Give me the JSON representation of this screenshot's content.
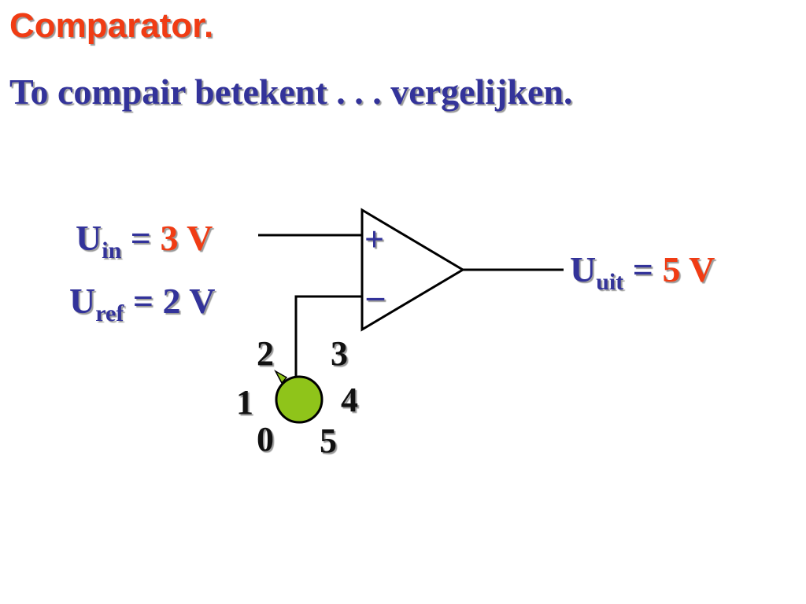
{
  "slide": {
    "title": "Comparator.",
    "subtitle": "To compair betekent . . .  vergelijken."
  },
  "labels": {
    "uin": {
      "symbol": "U",
      "subscript": "in",
      "equals": " = ",
      "value": "3 V"
    },
    "uref": {
      "symbol": "U",
      "subscript": "ref",
      "equals": " = ",
      "value": "2 V"
    },
    "uuit": {
      "symbol": "U",
      "subscript": "uit",
      "equals": " = ",
      "value": "5 V"
    }
  },
  "opamp": {
    "plus_sign": "+",
    "minus_sign": "–"
  },
  "dial": {
    "positions": [
      "0",
      "1",
      "2",
      "3",
      "4",
      "5"
    ],
    "selected": 2
  },
  "colors": {
    "title": "#f03c14",
    "text": "#33339a",
    "highlight": "#f03c14",
    "knob": "#8fc41a"
  }
}
